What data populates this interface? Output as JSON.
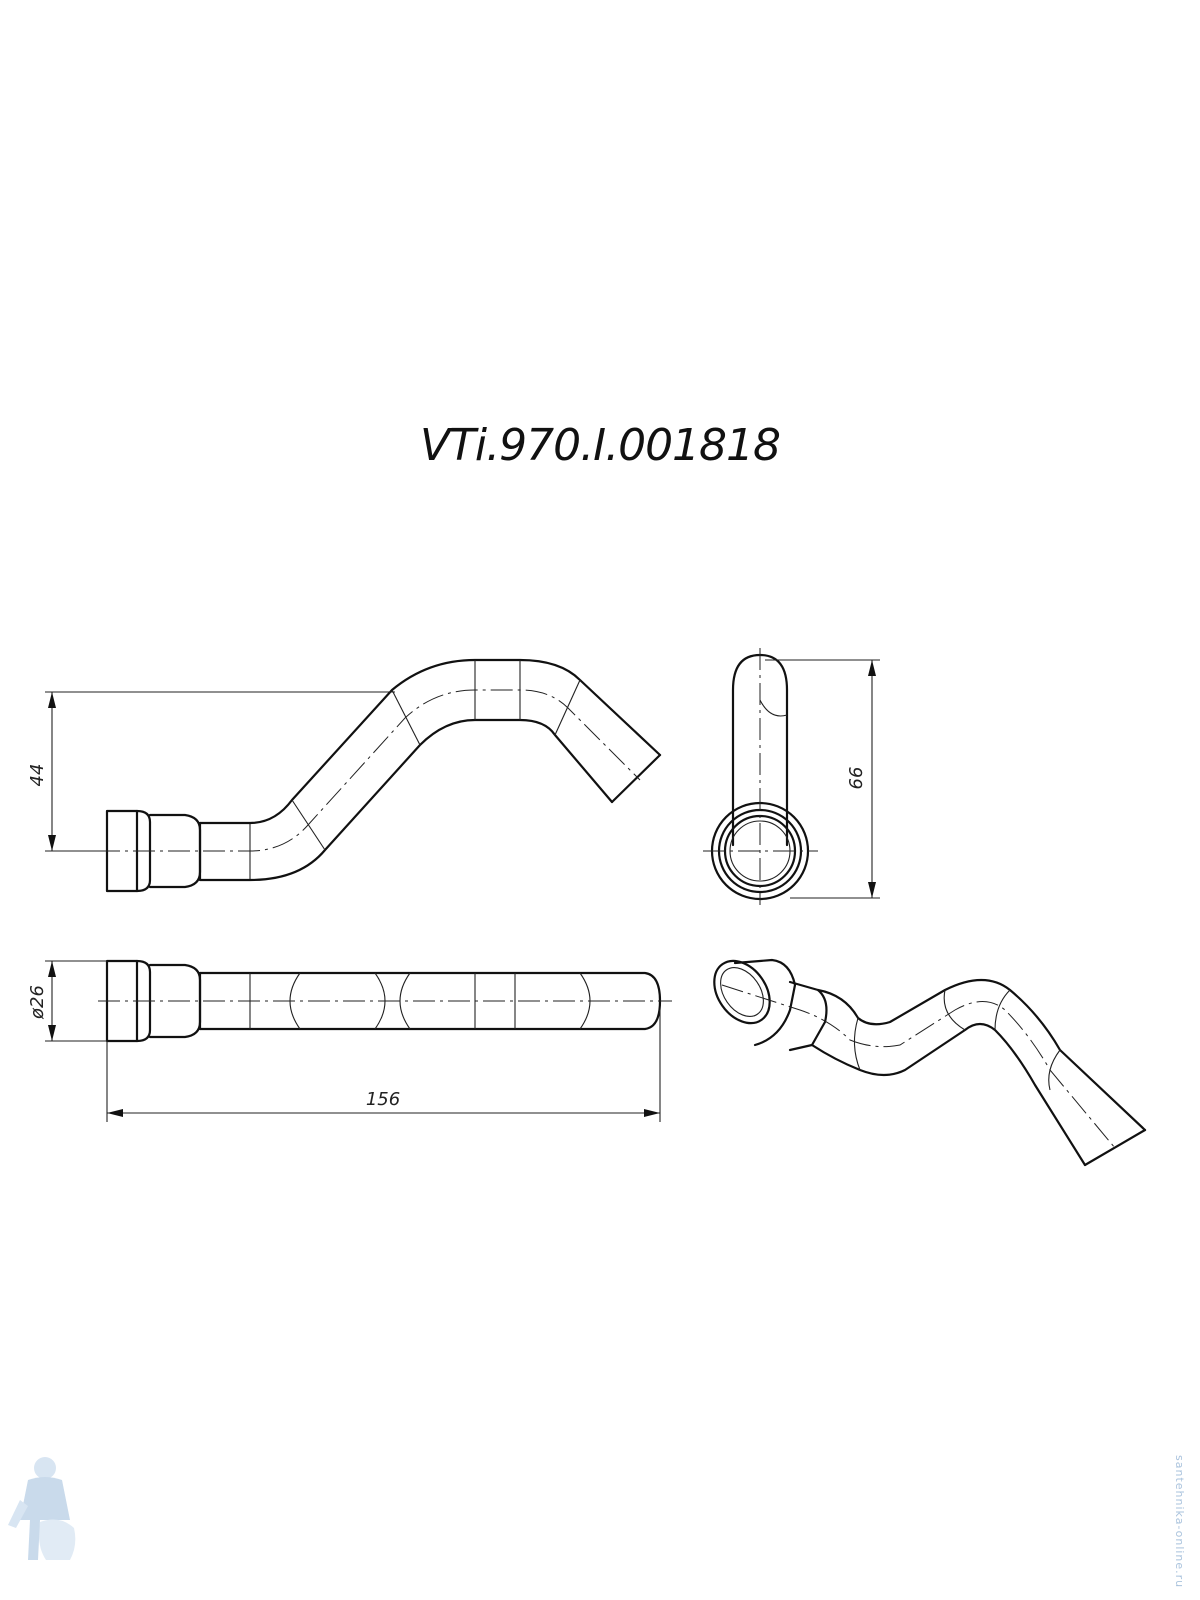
{
  "drawing": {
    "part_number": "VTi.970.I.001818",
    "dimensions": {
      "height_offset": "44",
      "diameter": "ø26",
      "length": "156",
      "overall_height": "66"
    },
    "watermark": "santehnika-online.ru",
    "mascot_icon": "plumber-mascot-icon"
  }
}
